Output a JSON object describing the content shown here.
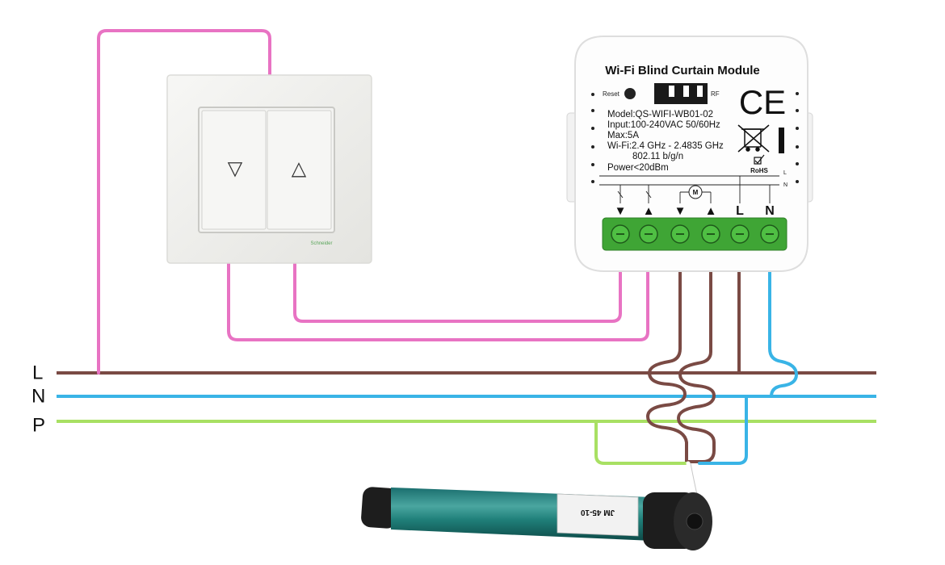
{
  "bus_lines": [
    {
      "label": "L",
      "color": "#7a4a44"
    },
    {
      "label": "N",
      "color": "#39b4e6"
    },
    {
      "label": "P",
      "color": "#a8e063"
    }
  ],
  "wire_colors": {
    "switch": "#e873c3",
    "brown": "#7a4a44",
    "blue": "#39b4e6",
    "green": "#a8e063",
    "white": "#ffffff"
  },
  "module": {
    "title": "Wi-Fi Blind Curtain Module",
    "reset_label": "Reset",
    "rf_label": "RF",
    "specs": [
      "Model:QS-WIFI-WB01-02",
      "Input:100-240VAC 50/60Hz",
      "Max:5A",
      "Wi-Fi:2.4 GHz - 2.4835 GHz",
      "802.11 b/g/n",
      "Power<20dBm"
    ],
    "ce_mark": "CE",
    "rohs_label": "RoHS",
    "bus_l": "L",
    "bus_n": "N",
    "motor_symbol": "M",
    "terminal_labels": [
      "▼",
      "▲",
      "▼",
      "▲",
      "L",
      "N"
    ]
  },
  "switch": {
    "down_symbol": "▽",
    "up_symbol": "△",
    "brand": "Schneider"
  },
  "motor": {
    "body_label": "JM 45-10"
  }
}
